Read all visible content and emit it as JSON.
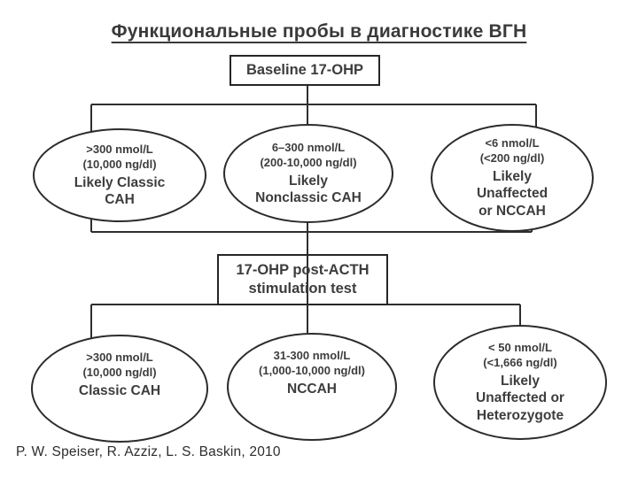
{
  "slide": {
    "title": "Функциональные пробы в диагностике ВГН",
    "citation": "P. W. Speiser, R. Azziz, L. S. Baskin, 2010"
  },
  "flowchart": {
    "baseline_box": {
      "label": "Baseline 17-OHP"
    },
    "stimulation_box": {
      "label": "17-OHP post-ACTH\nstimulation test"
    },
    "baseline_outcomes": [
      {
        "threshold_si": ">300 nmol/L",
        "threshold_conventional": "(10,000 ng/dl)",
        "diagnosis": "Likely Classic\nCAH"
      },
      {
        "threshold_si": "6–300 nmol/L",
        "threshold_conventional": "(200-10,000 ng/dl)",
        "diagnosis": "Likely\nNonclassic CAH"
      },
      {
        "threshold_si": "<6 nmol/L",
        "threshold_conventional": "(<200 ng/dl)",
        "diagnosis": "Likely\nUnaffected\nor NCCAH"
      }
    ],
    "stimulation_outcomes": [
      {
        "threshold_si": ">300 nmol/L",
        "threshold_conventional": "(10,000 ng/dl)",
        "diagnosis": "Classic CAH"
      },
      {
        "threshold_si": "31-300 nmol/L",
        "threshold_conventional": "(1,000-10,000 ng/dl)",
        "diagnosis": "NCCAH"
      },
      {
        "threshold_si": "< 50 nmol/L",
        "threshold_conventional": "(<1,666 ng/dl)",
        "diagnosis": "Likely\nUnaffected or\nHeterozygote"
      }
    ],
    "colors": {
      "ink": "#2e2e2e",
      "text": "#3d3d3d"
    }
  }
}
